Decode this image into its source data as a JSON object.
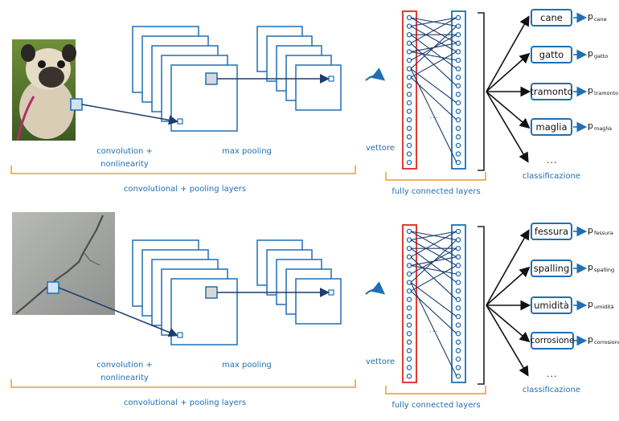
{
  "panels": [
    {
      "id": "top",
      "image": "pug-dog-photo",
      "labels": {
        "convolution": "convolution +",
        "nonlinearity": "nonlinearity",
        "max_pooling": "max pooling",
        "conv_pool_layers": "convolutional + pooling layers",
        "vettore": "vettore",
        "fully_connected": "fully connected layers",
        "classificazione": "classificazione",
        "ellipsis": "...",
        "fc_dots": "..."
      },
      "classes": [
        {
          "label": "cane",
          "prob": "p",
          "sub": "cane"
        },
        {
          "label": "gatto",
          "prob": "p",
          "sub": "gatto"
        },
        {
          "label": "tramonto",
          "prob": "p",
          "sub": "tramonto"
        },
        {
          "label": "maglia",
          "prob": "p",
          "sub": "maglia"
        }
      ]
    },
    {
      "id": "bottom",
      "image": "cracked-concrete-photo",
      "labels": {
        "convolution": "convolution +",
        "nonlinearity": "nonlinearity",
        "max_pooling": "max pooling",
        "conv_pool_layers": "convolutional + pooling layers",
        "vettore": "vettore",
        "fully_connected": "fully connected layers",
        "classificazione": "classificazione",
        "ellipsis": "...",
        "fc_dots": "..."
      },
      "classes": [
        {
          "label": "fessura",
          "prob": "p",
          "sub": "fessura"
        },
        {
          "label": "spalling",
          "prob": "p",
          "sub": "spalling"
        },
        {
          "label": "umidità",
          "prob": "p",
          "sub": "umidità"
        },
        {
          "label": "corrosione",
          "prob": "p",
          "sub": "corrosione"
        }
      ]
    }
  ],
  "colors": {
    "blue": "#1f6fb5",
    "orange": "#f29a2e",
    "red": "#e53935",
    "navy": "#1d3c6e"
  }
}
